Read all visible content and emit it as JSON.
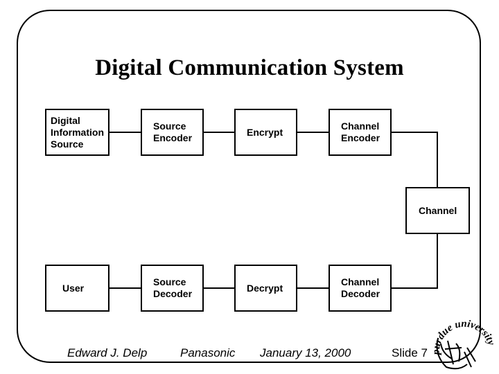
{
  "slide": {
    "title": "Digital Communication System",
    "blocks": {
      "source": "Digital\nInformation\nSource",
      "source_encoder": "Source\nEncoder",
      "encrypt": "Encrypt",
      "channel_encoder": "Channel\nEncoder",
      "channel": "Channel",
      "user": "User",
      "source_decoder": "Source\nDecoder",
      "decrypt": "Decrypt",
      "channel_decoder": "Channel\nDecoder"
    },
    "footer": {
      "author": "Edward J. Delp",
      "company": "Panasonic",
      "date": "January 13, 2000",
      "slide_number": "Slide 7"
    },
    "logo_text": "purdue university"
  }
}
